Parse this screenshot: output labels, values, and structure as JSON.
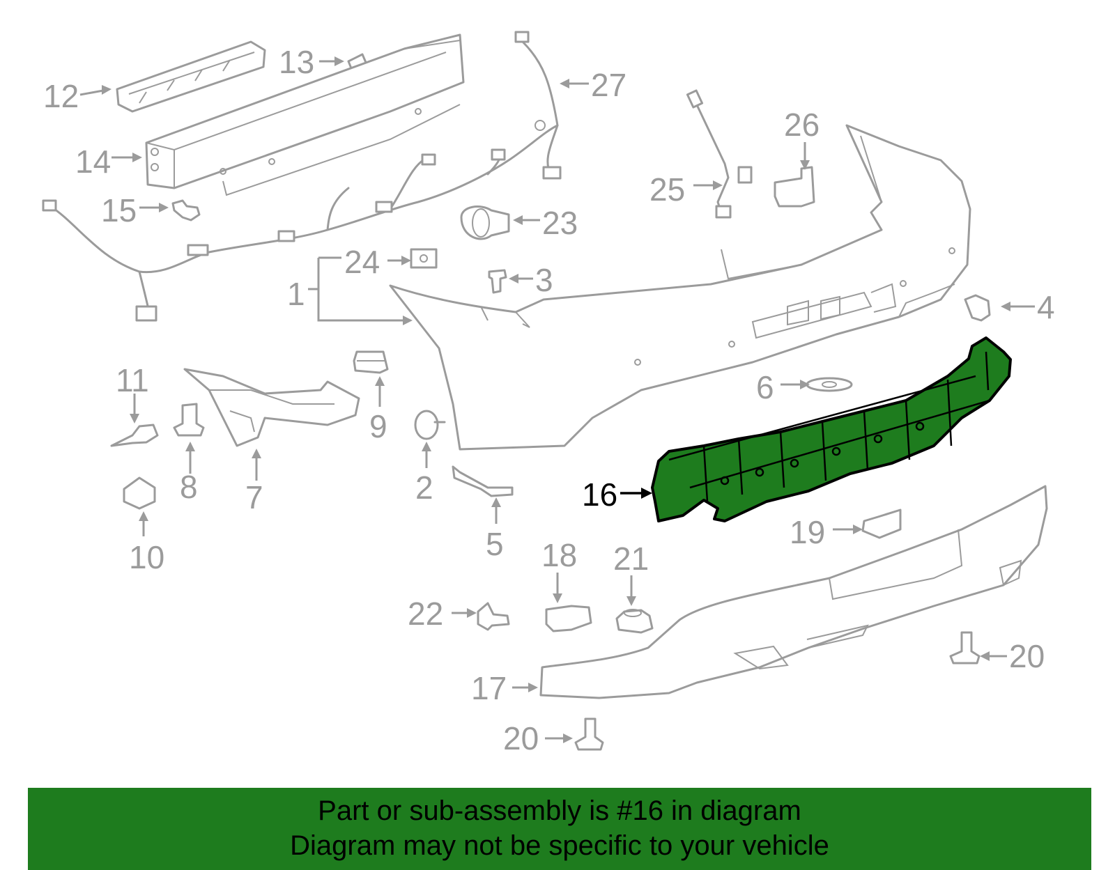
{
  "diagram": {
    "highlight_color": "#1e7c1e",
    "highlighted_part": "16",
    "callouts": [
      "1",
      "2",
      "3",
      "4",
      "5",
      "6",
      "7",
      "8",
      "9",
      "10",
      "11",
      "12",
      "13",
      "14",
      "15",
      "16",
      "17",
      "18",
      "19",
      "20",
      "20",
      "21",
      "22",
      "23",
      "24",
      "25",
      "26",
      "27"
    ]
  },
  "banner": {
    "line1": "Part or sub-assembly is #16 in diagram",
    "line2": "Diagram may not be specific to your vehicle",
    "background": "#1e7c1e"
  }
}
